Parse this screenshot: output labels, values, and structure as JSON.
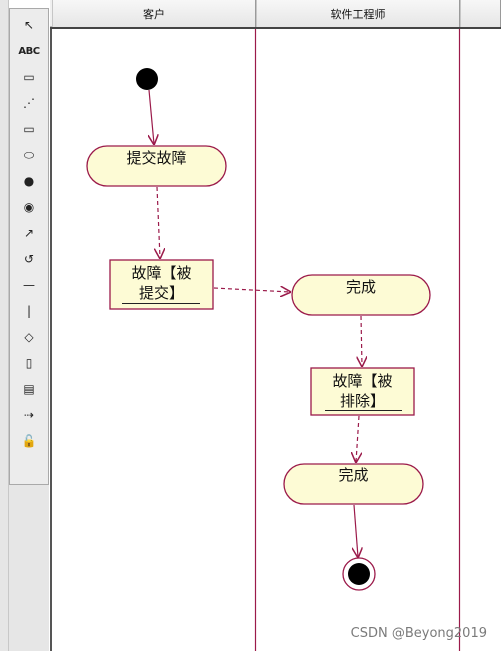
{
  "palette": {
    "tools": [
      {
        "name": "pointer-icon",
        "glyph": "↖"
      },
      {
        "name": "text-tool",
        "glyph": "ABC"
      },
      {
        "name": "note-icon",
        "glyph": "▭"
      },
      {
        "name": "anchor-line-icon",
        "glyph": "⋰"
      },
      {
        "name": "state-icon",
        "glyph": "▭"
      },
      {
        "name": "activity-icon",
        "glyph": "⬭"
      },
      {
        "name": "initial-state-icon",
        "glyph": "●"
      },
      {
        "name": "final-state-icon",
        "glyph": "◉"
      },
      {
        "name": "transition-icon",
        "glyph": "↗"
      },
      {
        "name": "self-transition-icon",
        "glyph": "↺"
      },
      {
        "name": "horizontal-sync-icon",
        "glyph": "—"
      },
      {
        "name": "vertical-sync-icon",
        "glyph": "|"
      },
      {
        "name": "decision-icon",
        "glyph": "◇"
      },
      {
        "name": "swimlane-icon",
        "glyph": "▯"
      },
      {
        "name": "object-icon",
        "glyph": "▤"
      },
      {
        "name": "object-flow-icon",
        "glyph": "⇢"
      },
      {
        "name": "lock-icon",
        "glyph": "🔓"
      }
    ]
  },
  "lanes": {
    "customer": "客户",
    "engineer": "软件工程师"
  },
  "diagram": {
    "activity_submit": "提交故障",
    "object_submitted_line1": "故障【被",
    "object_submitted_line2": "提交】",
    "activity_complete_1": "完成",
    "object_resolved_line1": "故障【被",
    "object_resolved_line2": "排除】",
    "activity_complete_2": "完成"
  },
  "colors": {
    "line": "#9b1a4a",
    "fill": "#fdfbd5"
  },
  "watermark": "CSDN @Beyong2019"
}
